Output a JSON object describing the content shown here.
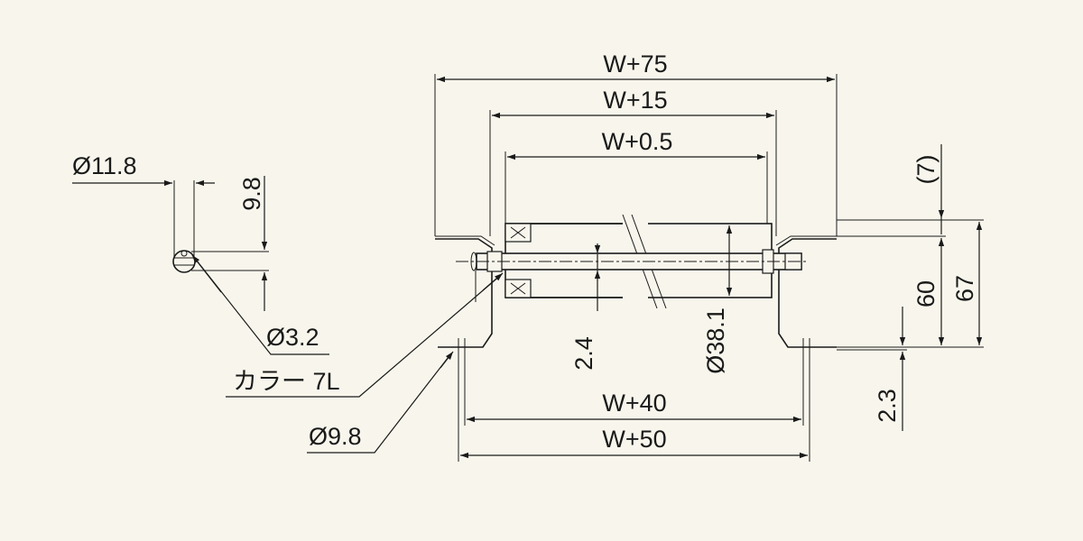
{
  "labels": {
    "w75": "W+75",
    "w15": "W+15",
    "w05": "W+0.5",
    "w40": "W+40",
    "w50": "W+50",
    "d118": "Ø11.8",
    "d98a": "9.8",
    "d32": "Ø3.2",
    "collar": "カラー 7L",
    "d98b": "Ø9.8",
    "d24": "2.4",
    "d381": "Ø38.1",
    "p7": "(7)",
    "d60": "60",
    "d67": "67",
    "d23": "2.3"
  }
}
